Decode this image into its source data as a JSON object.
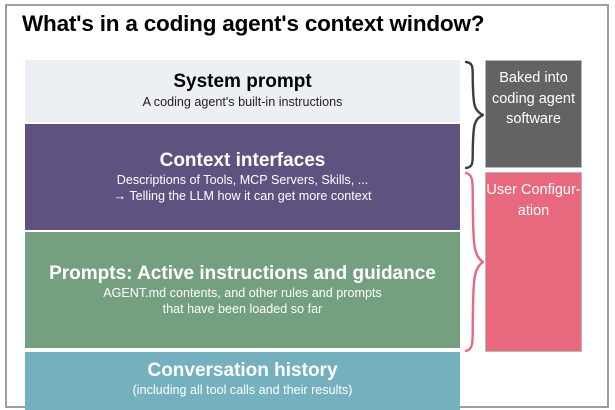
{
  "title": "What's in a coding agent's context window?",
  "colors": {
    "system_prompt_bg": "#eceff4",
    "context_interfaces_bg": "#5f5280",
    "prompts_bg": "#75a07f",
    "conversation_history_bg": "#74b0bd",
    "baked_in_bg": "#636363",
    "user_configuration_bg": "#e8697e",
    "brace_baked": "#3d3d3d",
    "brace_user": "#e8697e",
    "frame_border": "#9d9d9d"
  },
  "layers": [
    {
      "id": "system-prompt",
      "title": "System prompt",
      "subtitle_line1": "A coding agent's built-in instructions",
      "subtitle_line2": ""
    },
    {
      "id": "context-interfaces",
      "title": "Context interfaces",
      "subtitle_line1": "Descriptions of Tools, MCP Servers, Skills, ...",
      "subtitle_line2": "→ Telling the LLM how it can get more context"
    },
    {
      "id": "prompts",
      "title_line1": "Prompts: Active instructions",
      "title_line2": "and guidance",
      "subtitle_line1": "AGENT.md contents, and other rules and prompts",
      "subtitle_line2": "that have been loaded so far"
    },
    {
      "id": "conversation-history",
      "title": "Conversation history",
      "subtitle_line1": "(including all tool calls and their results)",
      "subtitle_line2": ""
    }
  ],
  "annotations": [
    {
      "id": "baked-in",
      "text": "Baked into coding agent software",
      "covers": [
        "system-prompt",
        "context-interfaces"
      ],
      "brace_icon": "curly-brace-icon"
    },
    {
      "id": "user-configuration",
      "text": "User Configur- ation",
      "covers": [
        "context-interfaces",
        "prompts"
      ],
      "brace_icon": "curly-brace-icon"
    }
  ]
}
